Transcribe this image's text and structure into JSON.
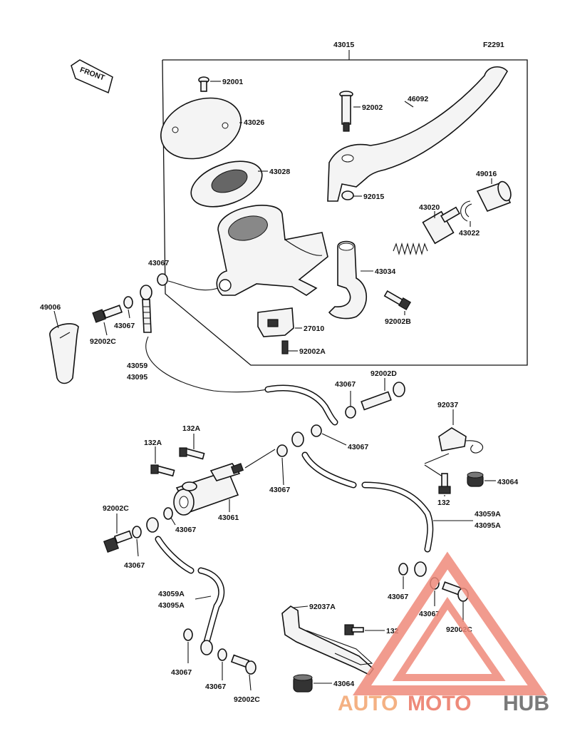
{
  "figure_code": "F2291",
  "front_label": "FRONT",
  "labels": {
    "l43015": "43015",
    "l92001": "92001",
    "l43026": "43026",
    "l43028": "43028",
    "l92002": "92002",
    "l46092": "46092",
    "l92015": "92015",
    "l49016": "49016",
    "l43020": "43020",
    "l43022": "43022",
    "l43034": "43034",
    "l92002B": "92002B",
    "l27010": "27010",
    "l92002A": "92002A",
    "l43067a": "43067",
    "l49006": "49006",
    "l43067b": "43067",
    "l92002Ca": "92002C",
    "l43059": "43059",
    "l43095": "43095",
    "l43067c": "43067",
    "l92002D": "92002D",
    "l92037": "92037",
    "l43067d": "43067",
    "l132Aa": "132A",
    "l132Ab": "132A",
    "l43064a": "43064",
    "l43067e": "43067",
    "l43061": "43061",
    "l132a": "132",
    "l92002Cb": "92002C",
    "l43067f": "43067",
    "l43059Aa": "43059A",
    "l43095Aa": "43095A",
    "l43067g": "43067",
    "l43067h": "43067",
    "l43059Ab": "43059A",
    "l43095Ab": "43095A",
    "l92037A": "92037A",
    "l92002Cc": "92002C",
    "l43067i": "43067",
    "l132b": "132",
    "l43067j": "43067",
    "l43067k": "43067",
    "l92002Cd": "92002C",
    "l43064b": "43064"
  },
  "watermark": {
    "part1": "AUTO",
    "part2": "MOTO",
    "part3": "HUB",
    "color_auto": "#f4b183",
    "color_moto": "#ee8a7a",
    "color_hub": "#7a7a7a"
  }
}
